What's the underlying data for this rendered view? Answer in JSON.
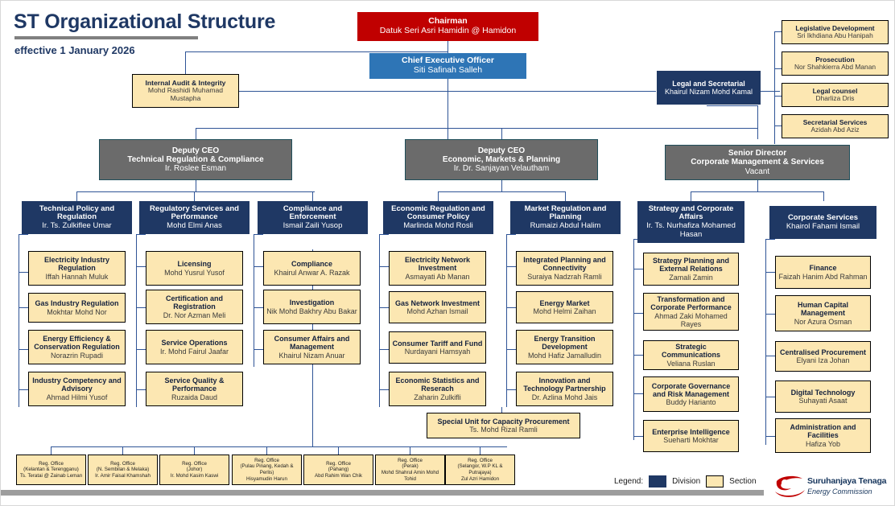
{
  "header": {
    "title": "ST Organizational Structure",
    "subtitle": "effective 1 January 2026"
  },
  "chairman": {
    "title": "Chairman",
    "name": "Datuk Seri Asri Hamidin @ Hamidon"
  },
  "ceo": {
    "title": "Chief Executive Officer",
    "name": "Siti Safinah Salleh"
  },
  "internal_audit": {
    "title": "Internal Audit & Integrity",
    "name": "Mohd Rashidi Muhamad Mustapha"
  },
  "legal_secretarial": {
    "title": "Legal and Secretarial",
    "name": "Khairul Nizam Mohd Kamal"
  },
  "legal_sections": [
    {
      "title": "Legislative Development",
      "name": "Sri Ikhdiana Abu Hanipah"
    },
    {
      "title": "Prosecution",
      "name": "Nor Shahkierra Abd Manan"
    },
    {
      "title": "Legal counsel",
      "name": "Dharliza Dris"
    },
    {
      "title": "Secretarial Services",
      "name": "Azidah Abd Aziz"
    }
  ],
  "deputies": [
    {
      "title": "Deputy CEO",
      "sub": "Technical Regulation & Compliance",
      "name": "Ir. Roslee Esman"
    },
    {
      "title": "Deputy CEO",
      "sub": "Economic, Markets & Planning",
      "name": "Ir. Dr. Sanjayan Velautham"
    },
    {
      "title": "Senior Director",
      "sub": "Corporate Management & Services",
      "name": "Vacant"
    }
  ],
  "divisions": [
    {
      "title": "Technical Policy and Regulation",
      "name": "Ir. Ts. Zulkiflee Umar"
    },
    {
      "title": "Regulatory Services and Performance",
      "name": "Mohd Elmi Anas"
    },
    {
      "title": "Compliance and Enforcement",
      "name": "Ismail Zaili Yusop"
    },
    {
      "title": "Economic Regulation and Consumer Policy",
      "name": "Marlinda Mohd Rosli"
    },
    {
      "title": "Market Regulation and Planning",
      "name": "Rumaizi Abdul Halim"
    },
    {
      "title": "Strategy and Corporate Affairs",
      "name": "Ir. Ts. Nurhafiza Mohamed Hasan"
    },
    {
      "title": "Corporate Services",
      "name": "Khairol Fahami Ismail"
    }
  ],
  "sections_col1": [
    {
      "title": "Electricity Industry Regulation",
      "name": "Iffah Hannah Muluk"
    },
    {
      "title": "Gas Industry Regulation",
      "name": "Mokhtar Mohd Nor"
    },
    {
      "title": "Energy Efficiency & Conservation Regulation",
      "name": "Norazrin Rupadi"
    },
    {
      "title": "Industry Competency and Advisory",
      "name": "Ahmad Hilmi Yusof"
    }
  ],
  "sections_col2": [
    {
      "title": "Licensing",
      "name": "Mohd Yusrul Yusof"
    },
    {
      "title": "Certification and Registration",
      "name": "Dr. Nor Azman Meli"
    },
    {
      "title": "Service Operations",
      "name": "Ir. Mohd Fairul Jaafar"
    },
    {
      "title": "Service Quality & Performance",
      "name": "Ruzaida Daud"
    }
  ],
  "sections_col3": [
    {
      "title": "Compliance",
      "name": "Khairul Anwar A. Razak"
    },
    {
      "title": "Investigation",
      "name": "Nik Mohd Bakhry Abu Bakar"
    },
    {
      "title": "Consumer Affairs and Management",
      "name": "Khairul Nizam Anuar"
    }
  ],
  "sections_col4": [
    {
      "title": "Electricity Network Investment",
      "name": "Asmayati Ab Manan"
    },
    {
      "title": "Gas Network Investment",
      "name": "Mohd Azhan Ismail"
    },
    {
      "title": "Consumer Tariff and Fund",
      "name": "Nurdayani Hamsyah"
    },
    {
      "title": "Economic Statistics and Reserach",
      "name": "Zaharin Zulkifli"
    }
  ],
  "sections_col5": [
    {
      "title": "Integrated Planning and Connectivity",
      "name": "Suraiya Nadzrah Ramli"
    },
    {
      "title": "Energy Market",
      "name": "Mohd Helmi Zaihan"
    },
    {
      "title": "Energy Transition Development",
      "name": "Mohd Hafiz Jamalludin"
    },
    {
      "title": "Innovation and Technology Partnership",
      "name": "Dr. Azlina Mohd Jais"
    }
  ],
  "sections_col6": [
    {
      "title": "Strategy Planning and External Relations",
      "name": "Zamali Zamin"
    },
    {
      "title": "Transformation and Corporate Performance",
      "name": "Ahmad Zaki Mohamed Rayes"
    },
    {
      "title": "Strategic Communications",
      "name": "Veliana Ruslan"
    },
    {
      "title": "Corporate Governance and Risk Management",
      "name": "Buddy Harianto"
    },
    {
      "title": "Enterprise Intelligence",
      "name": "Sueharti Mokhtar"
    }
  ],
  "sections_col7": [
    {
      "title": "Finance",
      "name": "Faizah Hanim Abd Rahman"
    },
    {
      "title": "Human Capital Management",
      "name": "Nor Azura Osman"
    },
    {
      "title": "Centralised Procurement",
      "name": "Elyani Iza Johan"
    },
    {
      "title": "Digital Technology",
      "name": "Suhayati Asaat"
    },
    {
      "title": "Administration and Facilities",
      "name": "Hafiza Yob"
    }
  ],
  "special_unit": {
    "title": "Special Unit for Capacity Procurement",
    "name": "Ts. Mohd Rizal Ramli"
  },
  "regional_offices": [
    {
      "title": "Reg. Office",
      "sub": "(Kelantan & Terengganu)",
      "name": "Ts. Teratai @ Zainab Leman"
    },
    {
      "title": "Reg. Office",
      "sub": "(N. Sembilan & Melaka)",
      "name": "Ir. Amir Faisal Khamshah"
    },
    {
      "title": "Reg. Office",
      "sub": "(Johor)",
      "name": "Ir. Mohd Kasim Kaswi"
    },
    {
      "title": "Reg. Office",
      "sub": "(Pulau Pinang, Kedah & Perlis)",
      "name": "Hisyamudin Harun"
    },
    {
      "title": "Reg. Office",
      "sub": "(Pahang)",
      "name": "Abd Rahim Wan Chik"
    },
    {
      "title": "Reg. Office",
      "sub": "(Perak)",
      "name": "Mohd Shahrul Amin Mohd Tohid"
    },
    {
      "title": "Reg. Office",
      "sub": "(Selangor, W.P KL & Putrajaya)",
      "name": "Zul Azri Hamidon"
    }
  ],
  "legend": {
    "label": "Legend:",
    "division_label": "Division",
    "section_label": "Section",
    "division_color": "#1F3864",
    "section_color": "#FCE7B2"
  },
  "logo": {
    "line1": "Suruhanjaya Tenaga",
    "line2": "Energy Commission",
    "color": "#C00000"
  }
}
